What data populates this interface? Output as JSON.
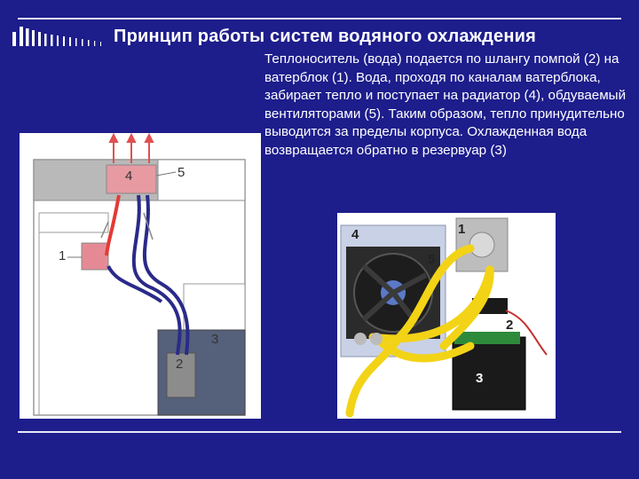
{
  "title": "Принцип работы систем водяного охлаждения",
  "description": "Теплоноситель (вода) подается по шлангу помпой (2) на ватерблок (1). Вода, проходя по каналам ватерблока, забирает тепло и поступает на радиатор (4), обдуваемый вентиляторами (5). Таким образом, тепло принудительно выводится за пределы корпуса. Охлажденная вода возвращается обратно в резервуар (3)",
  "diagram": {
    "labels": [
      "1",
      "2",
      "3",
      "4",
      "5"
    ]
  },
  "photo": {
    "labels": [
      "1",
      "2",
      "3",
      "4",
      "5"
    ]
  },
  "colors": {
    "background": "#1d1d8c",
    "hot_tube": "#e53935",
    "cold_tube": "#2a2a8a",
    "yellow_tube": "#f3d316"
  }
}
